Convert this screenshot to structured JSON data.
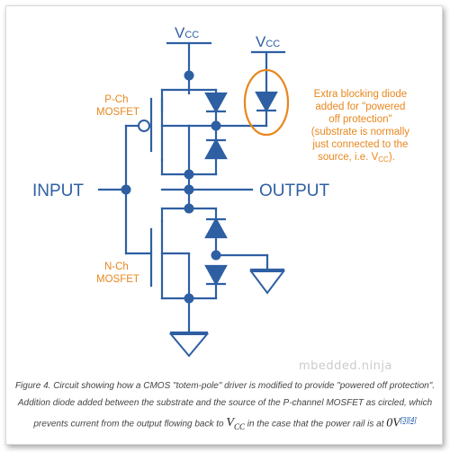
{
  "diagram": {
    "labels": {
      "vcc_main": "V",
      "vcc_main_sub": "CC",
      "vcc_right": "V",
      "vcc_right_sub": "CC",
      "input": "INPUT",
      "output": "OUTPUT",
      "pch_line1": "P-Ch",
      "pch_line2": "MOSFET",
      "nch_line1": "N-Ch",
      "nch_line2": "MOSFET"
    },
    "annotation": {
      "line1": "Extra blocking diode",
      "line2": "added for \"powered",
      "line3": "off protection\"",
      "line4": "(substrate is normally",
      "line5": "just connected to the",
      "line6": "source, i.e. V",
      "line6_sub": "CC",
      "line6_end": ")."
    },
    "colors": {
      "circuit": "#2e5fa3",
      "annotation": "#e8871e"
    }
  },
  "caption": {
    "text_1": "Figure 4. Circuit showing how a CMOS \"totem-pole\" driver is modified to provide \"powered off protection\". Addition diode added between the substrate and the source of the P-channel MOSFET as circled, which prevents current from the output flowing back to ",
    "vcc_v": "V",
    "vcc_sub": "CC",
    "text_2": " in the case that the power rail is at ",
    "zero_v": "0V",
    "citation": "[3][4]"
  },
  "watermark": "mbedded.ninja"
}
